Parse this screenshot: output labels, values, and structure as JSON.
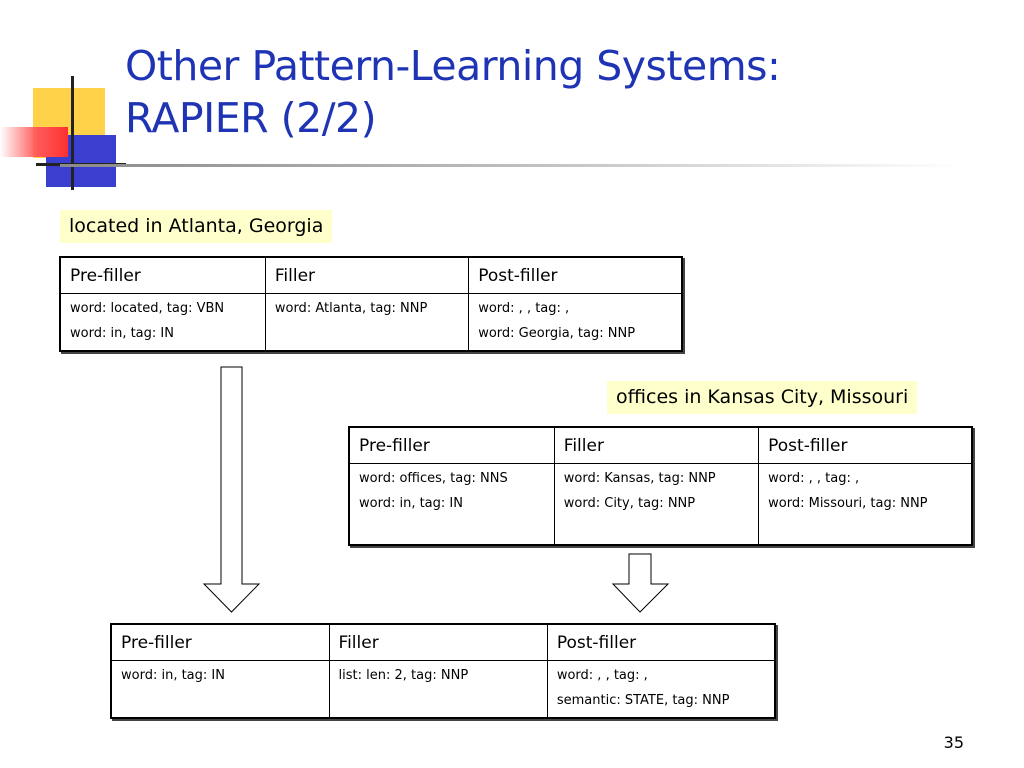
{
  "slide": {
    "title_line1": "Other Pattern-Learning Systems:",
    "title_line2": "RAPIER (2/2)",
    "page_number": "35"
  },
  "examples": {
    "first": "located in Atlanta, Georgia",
    "second": "offices in Kansas City, Missouri"
  },
  "columns": [
    "Pre-filler",
    "Filler",
    "Post-filler"
  ],
  "table1": {
    "pre": [
      "word: located, tag: VBN",
      "word: in, tag: IN"
    ],
    "filler": [
      "word: Atlanta, tag: NNP"
    ],
    "post": [
      "word: , , tag: ,",
      "word: Georgia, tag: NNP"
    ]
  },
  "table2": {
    "pre": [
      "word: offices, tag: NNS",
      "word: in, tag: IN"
    ],
    "filler": [
      "word: Kansas, tag: NNP",
      "word: City, tag: NNP"
    ],
    "post": [
      "word: , , tag: ,",
      "word: Missouri, tag: NNP"
    ]
  },
  "table3": {
    "pre": [
      "word: in, tag: IN"
    ],
    "filler": [
      "list: len: 2, tag: NNP"
    ],
    "post": [
      "word: , , tag: ,",
      "semantic: STATE, tag: NNP"
    ]
  },
  "colors": {
    "title": "#1f34b4",
    "highlight": "#ffffcc",
    "logo_yellow": "#ffd24a",
    "logo_blue": "#3b3fd0",
    "logo_red": "#ff3030"
  }
}
